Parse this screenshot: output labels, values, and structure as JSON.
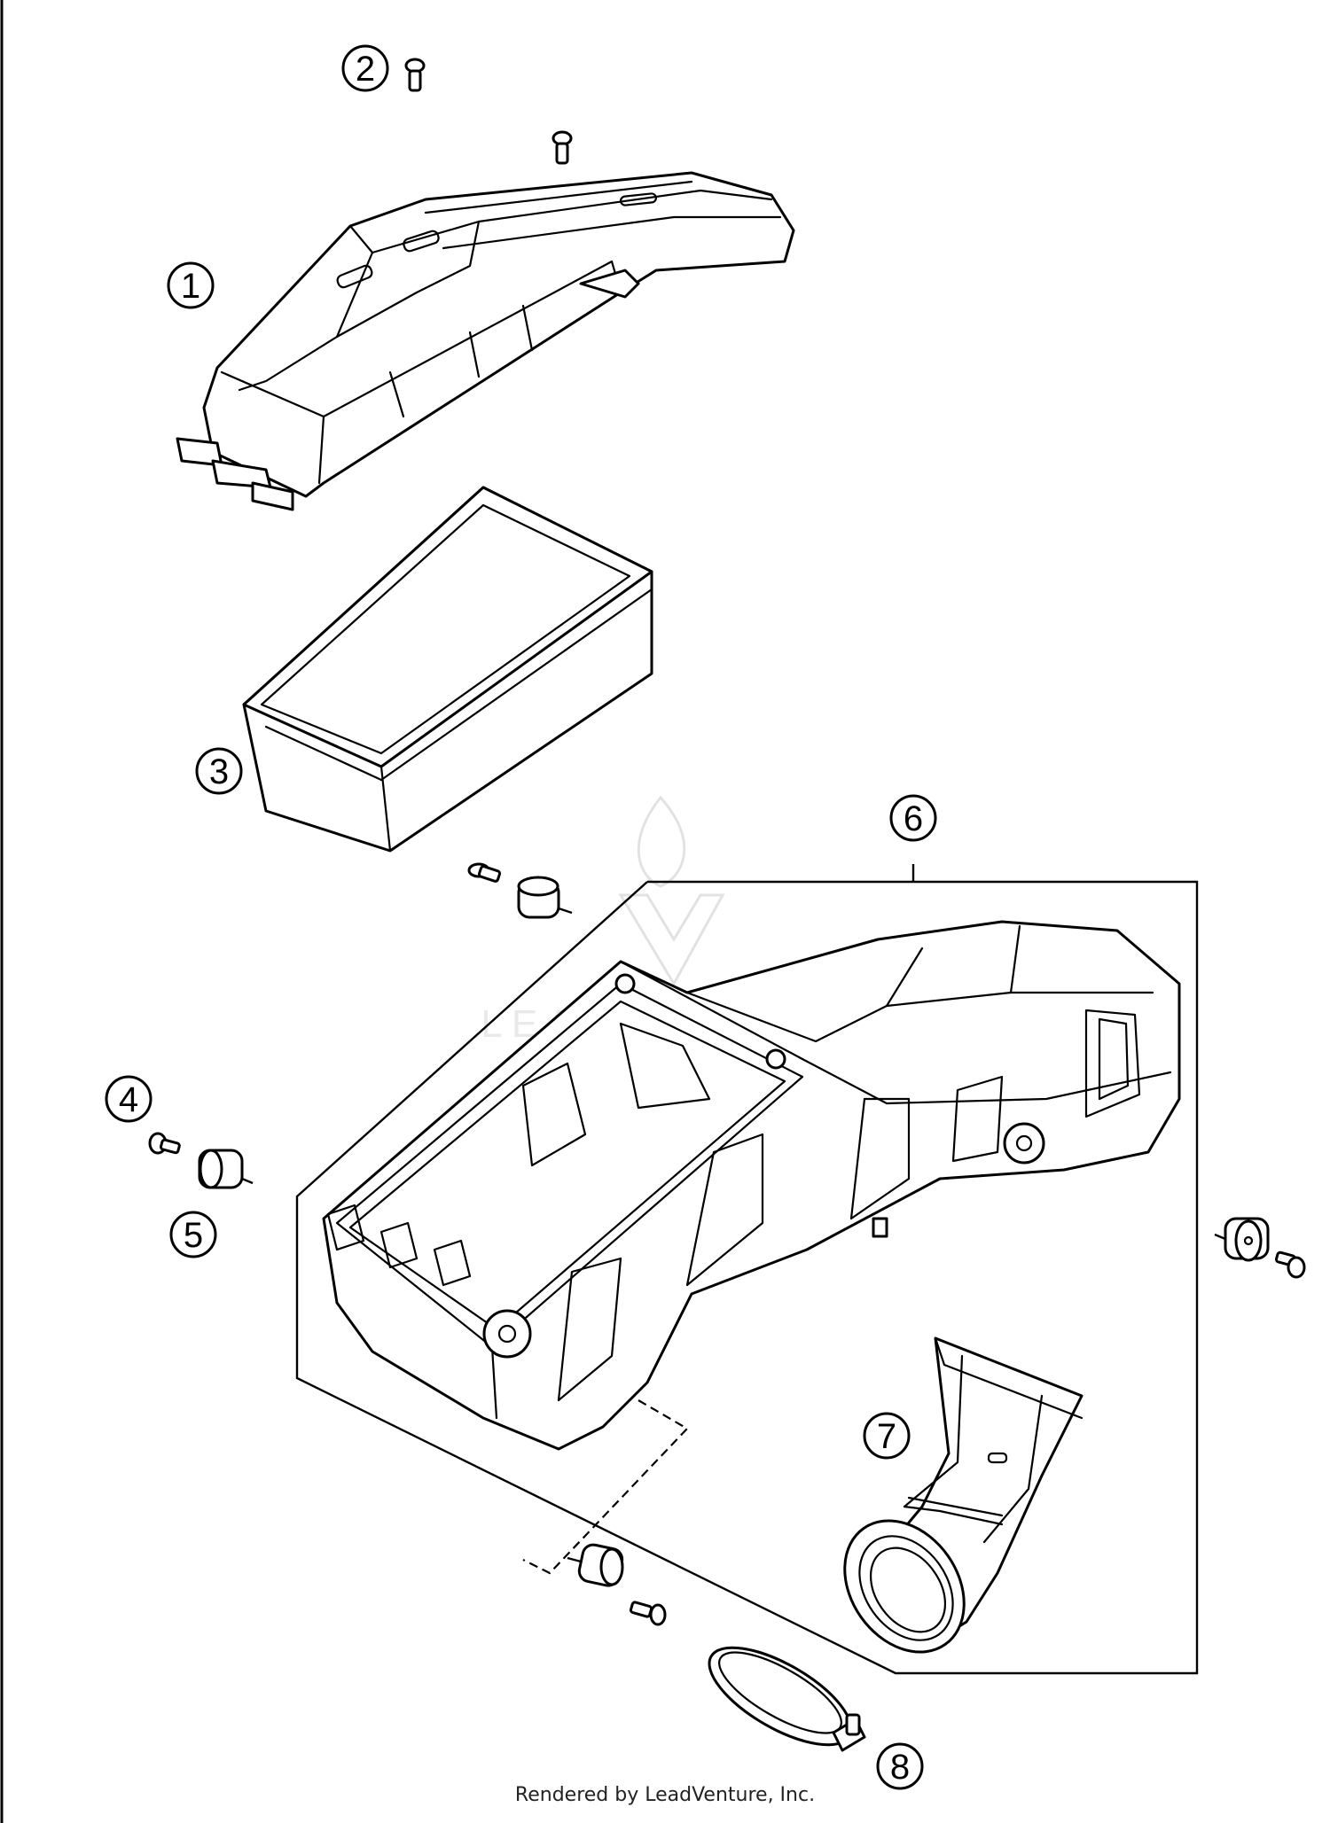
{
  "callouts": [
    {
      "id": "1",
      "label": "1"
    },
    {
      "id": "2",
      "label": "2"
    },
    {
      "id": "3",
      "label": "3"
    },
    {
      "id": "4",
      "label": "4"
    },
    {
      "id": "5",
      "label": "5"
    },
    {
      "id": "6",
      "label": "6"
    },
    {
      "id": "7",
      "label": "7"
    },
    {
      "id": "8",
      "label": "8"
    }
  ],
  "watermark": {
    "text": "LEADVENTURE"
  },
  "footer": {
    "text": "Rendered by LeadVenture, Inc."
  },
  "colors": {
    "line": "#000000",
    "background": "#ffffff",
    "watermark": "#e2e2e2"
  }
}
